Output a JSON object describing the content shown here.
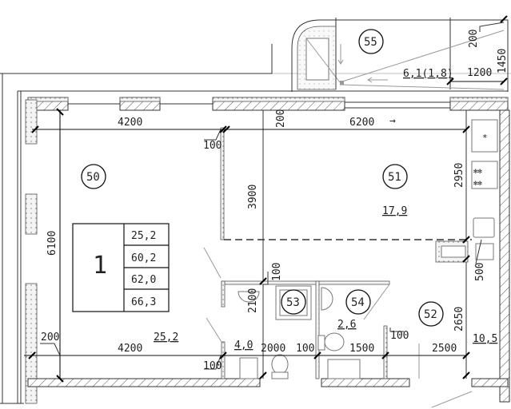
{
  "plan": {
    "apartment_number": "1",
    "area_table": [
      "25,2",
      "60,2",
      "62,0",
      "66,3"
    ],
    "rooms": [
      {
        "id": "50",
        "area": "25,2"
      },
      {
        "id": "51",
        "area": "17,9"
      },
      {
        "id": "52",
        "area": "10,5"
      },
      {
        "id": "53",
        "area": "4,0"
      },
      {
        "id": "54",
        "area": "2,6"
      },
      {
        "id": "55",
        "area": "6,1(1,8)"
      }
    ],
    "dimensions": {
      "top_left_width": "4200",
      "top_right_width": "6200",
      "bottom_left_width": "4200",
      "left_height": "6100",
      "partition_height": "3900",
      "kitchen_height": "2950",
      "bath_height": "2100",
      "hall_height": "2650",
      "bath_width": "2000",
      "wall_100_a": "100",
      "wc_width": "1500",
      "hall_width": "2500",
      "balcony_width": "1200",
      "balcony_depth": "1450",
      "balcony_offset": "200",
      "wall_200_top": "200",
      "wall_200_left": "200",
      "wall_100_top": "100",
      "wall_100_mid": "100",
      "wall_100_bottom": "100",
      "wall_100_hall": "100",
      "counter_500": "500"
    },
    "arrows": {
      "right": "→"
    }
  }
}
